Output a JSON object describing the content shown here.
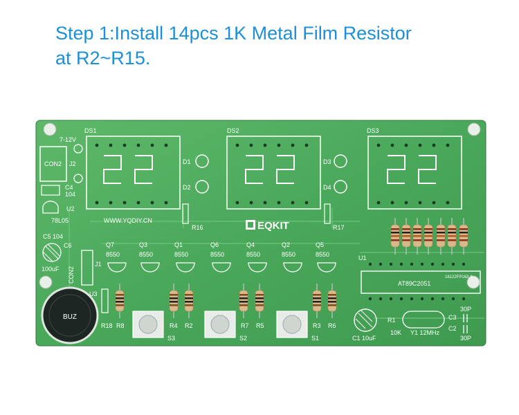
{
  "caption": {
    "line1": "Step 1:Install 14pcs 1K Metal Film Resistor",
    "line2": "at R2~R15."
  },
  "board": {
    "brand": "EQKIT",
    "website": "WWW.YQDIY.CN",
    "power": "7-12V",
    "chip": "AT89C2051",
    "chip_code": "16122FP163-8",
    "crystal": "Y1 12MHz",
    "displays": [
      "DS1",
      "DS2",
      "DS3"
    ],
    "transistors": [
      {
        "ref": "Q7",
        "part": "8550"
      },
      {
        "ref": "Q3",
        "part": "8550"
      },
      {
        "ref": "Q1",
        "part": "8550"
      },
      {
        "ref": "Q6",
        "part": "8550"
      },
      {
        "ref": "Q4",
        "part": "8550"
      },
      {
        "ref": "Q2",
        "part": "8550"
      },
      {
        "ref": "Q5",
        "part": "8550"
      }
    ],
    "labels": {
      "con2_top": "CON2",
      "j2": "J2",
      "c4": "C4",
      "c4v": "104",
      "u2": "U2",
      "u2v": "78L05",
      "c5": "C5 104",
      "c6": "C6",
      "c6v": "100uF",
      "j1": "J1",
      "con2_left": "CON2",
      "u3": "U3",
      "buz": "BUZ",
      "d1": "D1",
      "d2": "D2",
      "d3": "D3",
      "d4": "D4",
      "r16": "R16",
      "r17": "R17",
      "r18": "R18",
      "r8": "R8",
      "r4": "R4",
      "r2": "R2",
      "r7": "R7",
      "r5": "R5",
      "r3": "R3",
      "r6": "R6",
      "s3": "S3",
      "s2": "S2",
      "s1": "S1",
      "u1": "U1",
      "r1": "R1",
      "r1v": "10K",
      "c1": "C1 10uF",
      "c3": "C3",
      "c2": "C2",
      "c3v": "30P",
      "c2v": "30P"
    }
  }
}
